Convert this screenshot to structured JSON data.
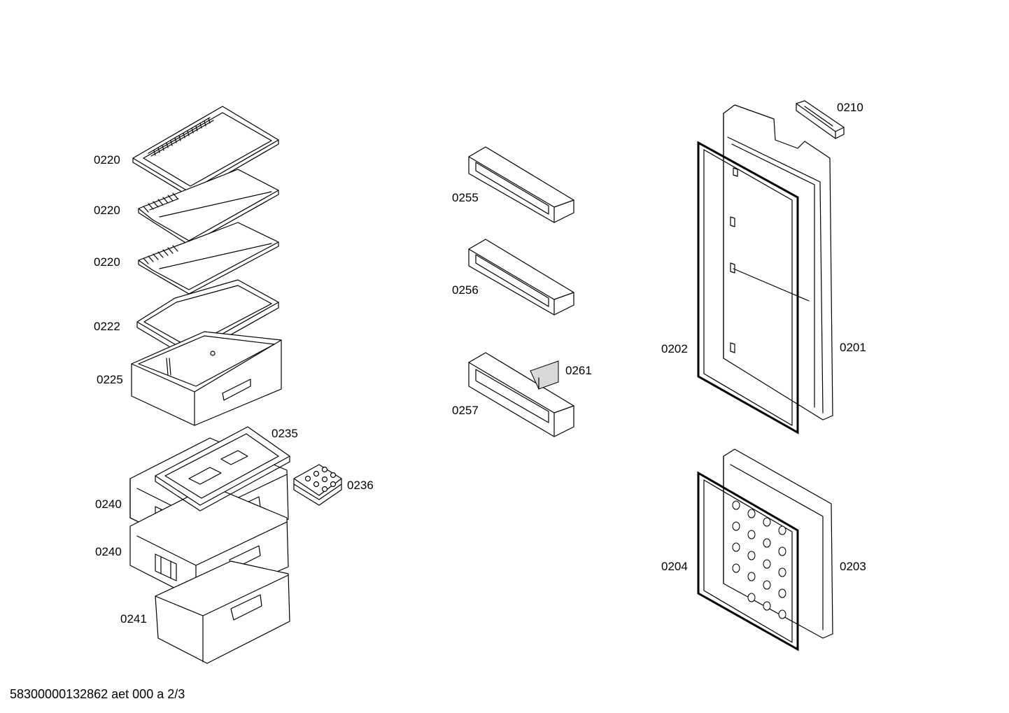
{
  "parts": [
    {
      "id": "shelf-1",
      "label": "0220"
    },
    {
      "id": "shelf-2",
      "label": "0220"
    },
    {
      "id": "shelf-3",
      "label": "0220"
    },
    {
      "id": "shelf-4",
      "label": "0222"
    },
    {
      "id": "chiller-box",
      "label": "0225"
    },
    {
      "id": "drawer-lid",
      "label": "0235"
    },
    {
      "id": "egg-tray",
      "label": "0236"
    },
    {
      "id": "drawer-1",
      "label": "0240"
    },
    {
      "id": "drawer-2",
      "label": "0240"
    },
    {
      "id": "drawer-3",
      "label": "0241"
    },
    {
      "id": "door-shelf-1",
      "label": "0255"
    },
    {
      "id": "door-shelf-2",
      "label": "0256"
    },
    {
      "id": "door-shelf-3",
      "label": "0257"
    },
    {
      "id": "divider",
      "label": "0261"
    },
    {
      "id": "handle",
      "label": "0210"
    },
    {
      "id": "fridge-door-gasket",
      "label": "0202"
    },
    {
      "id": "fridge-door",
      "label": "0201"
    },
    {
      "id": "freezer-door-gasket",
      "label": "0204"
    },
    {
      "id": "freezer-door",
      "label": "0203"
    }
  ],
  "footer": {
    "document_code": "58300000132862 aet 000 a 2/3"
  }
}
